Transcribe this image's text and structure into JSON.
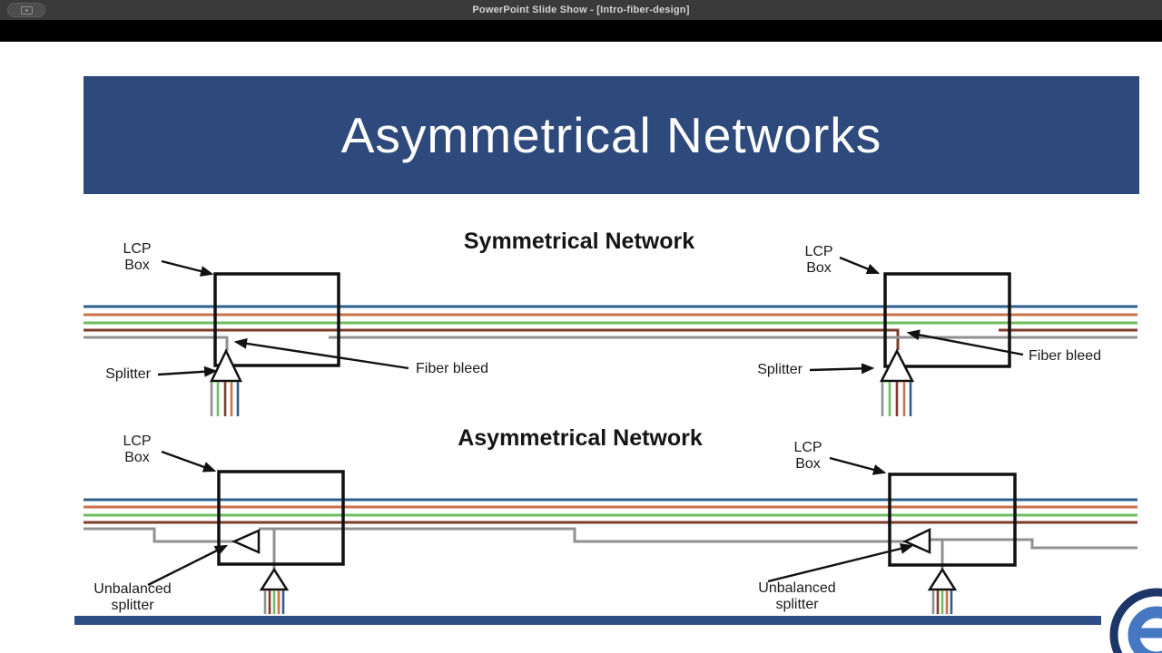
{
  "window": {
    "title": "PowerPoint Slide Show - [Intro-fiber-design]"
  },
  "slide": {
    "title": "Asymmetrical Networks",
    "symmetrical": {
      "heading": "Symmetrical Network",
      "lcp_label_line1": "LCP",
      "lcp_label_line2": "Box",
      "splitter_label": "Splitter",
      "fiber_bleed_label": "Fiber bleed"
    },
    "asymmetrical": {
      "heading": "Asymmetrical Network",
      "lcp_label_line1": "LCP",
      "lcp_label_line2": "Box",
      "unbalanced_label_line1": "Unbalanced",
      "unbalanced_label_line2": "splitter"
    }
  },
  "colors": {
    "banner-blue": "#2e4a7c",
    "bar-blue": "#2e4e88",
    "fiber-blue": "#2e5f8c",
    "fiber-orange": "#c9734a",
    "fiber-green": "#6dbe5e",
    "fiber-maroon": "#7e3b2c",
    "fiber-gray": "#909090",
    "logo-navy": "#1c3668",
    "logo-blue": "#4677c3"
  }
}
